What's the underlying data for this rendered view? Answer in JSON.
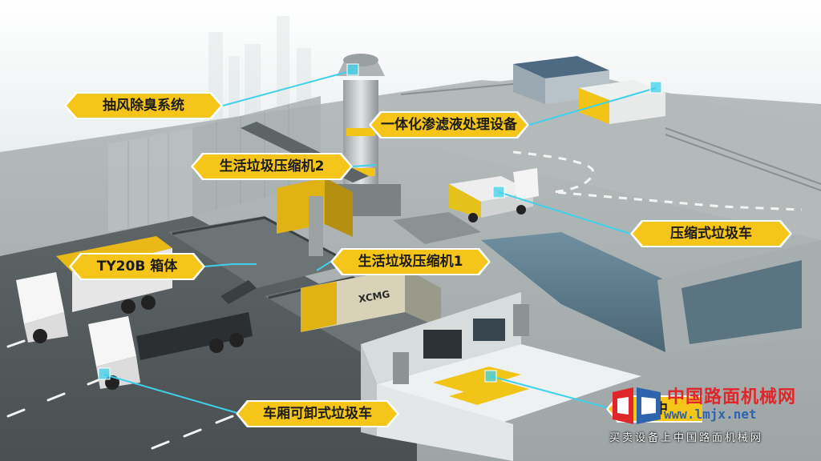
{
  "labels": {
    "deodorize": "抽风除臭系统",
    "leachate": "一体化渗滤液处理设备",
    "compactor2": "生活垃圾压缩机2",
    "compression_truck": "压缩式垃圾车",
    "box": "TY20B 箱体",
    "compactor1": "生活垃圾压缩机1",
    "detachable_truck": "车厢可卸式垃圾车"
  },
  "watermark": {
    "name": "中国路面机械网",
    "url": "www.lmjx.net",
    "slogan": "买卖设备上中国路面机械网",
    "occluded_label": "中"
  },
  "colors": {
    "label_fill": "#f6c51a",
    "label_text": "#1c1c1c",
    "leader_line": "#3fd1ea",
    "brand_red": "#e0262a",
    "brand_blue": "#2f64ad"
  },
  "icons": [
    "truck-icon",
    "compactor-icon",
    "tower-icon",
    "building-icon",
    "container-icon"
  ]
}
